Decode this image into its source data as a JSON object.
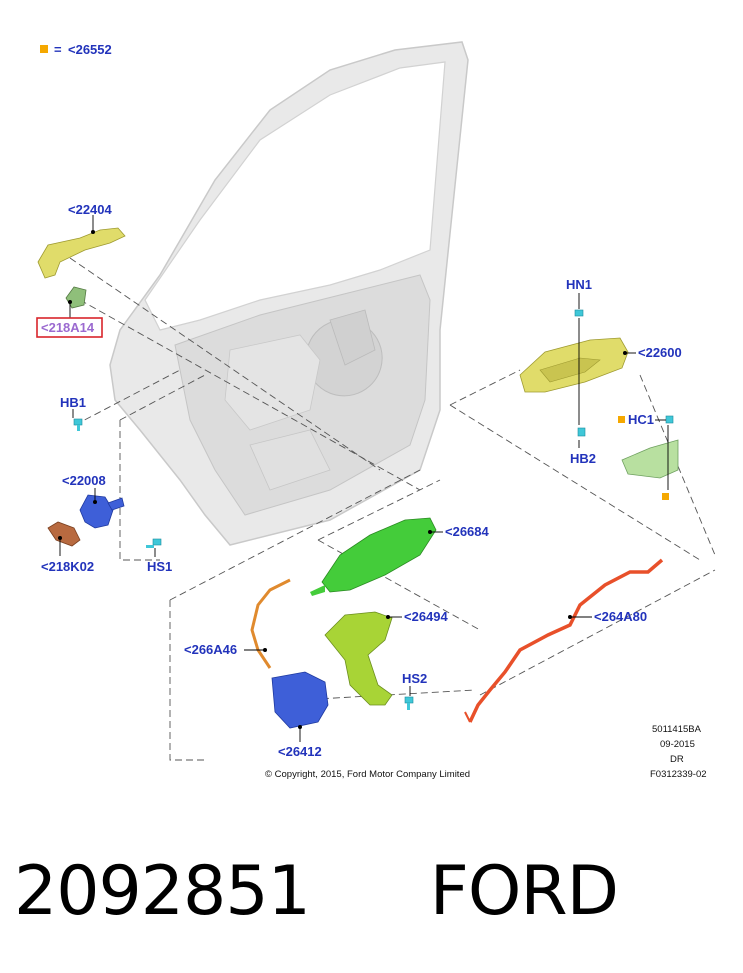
{
  "legend": {
    "equals": "=",
    "code": "<26552",
    "swatch_color": "#f5a800"
  },
  "labels": {
    "p22404": "<22404",
    "p218A14": "<218A14",
    "hb1": "HB1",
    "p22008": "<22008",
    "p218K02": "<218K02",
    "hs1": "HS1",
    "hn1": "HN1",
    "p22600": "<22600",
    "hc1": "HC1",
    "hb2": "HB2",
    "p26684": "<26684",
    "p26494": "<26494",
    "p264A80": "<264A80",
    "p266A46": "<266A46",
    "hs2": "HS2",
    "p26412": "<26412"
  },
  "info": {
    "code1": "5011415BA",
    "date": "09-2015",
    "code2": "DR",
    "code3": "F0312339-02",
    "copyright": "© Copyright, 2015, Ford Motor Company Limited"
  },
  "caption": {
    "part_number": "2092851",
    "brand": "FORD"
  },
  "colors": {
    "label": "#2233bb",
    "highlight_box": "#d9252b",
    "highlight_text": "#9b6ad0",
    "yellow_part": "#e0dc6a",
    "green_part": "#44cc3a",
    "blue_part": "#3e5fd8",
    "orange_part": "#e8502a",
    "brown_part": "#b86a40",
    "door_panel": "#e8e8e8"
  }
}
